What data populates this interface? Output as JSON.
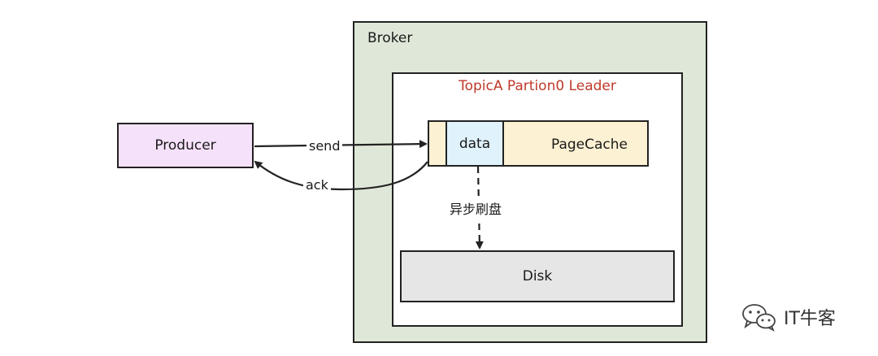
{
  "broker": {
    "label": "Broker"
  },
  "leader": {
    "label": "TopicA Partion0 Leader"
  },
  "producer": {
    "label": "Producer"
  },
  "pagecache": {
    "label": "PageCache",
    "data_label": "data"
  },
  "disk": {
    "label": "Disk"
  },
  "edges": {
    "send": "send",
    "ack": "ack",
    "flush": "异步刷盘"
  },
  "watermark": {
    "text": "IT牛客",
    "icon": "wechat-icon"
  },
  "colors": {
    "broker_fill": "#dfe8d8",
    "leader_text": "#c0392b",
    "producer_fill": "#f6e1fa",
    "pagecache_fill": "#fdf1d3",
    "data_fill": "#e0f2fb",
    "disk_fill": "#e6e6e6"
  }
}
